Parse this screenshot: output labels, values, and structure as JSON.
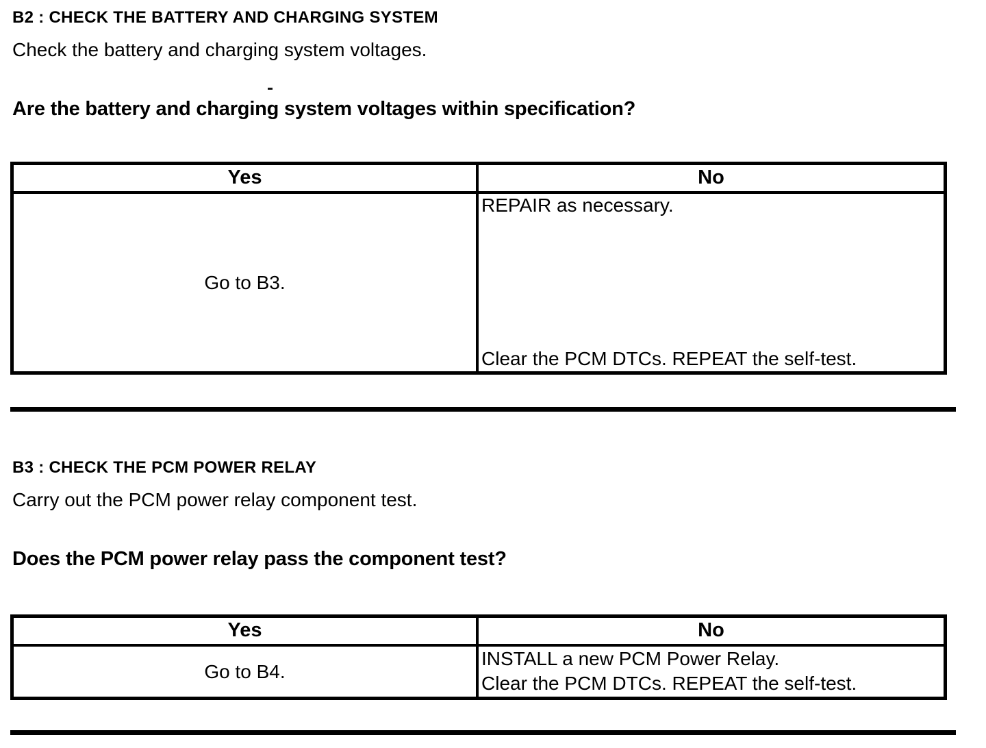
{
  "page_colors": {
    "background": "#ffffff",
    "text": "#000000"
  },
  "sections": [
    {
      "id": "B2",
      "heading": "B2 : CHECK THE BATTERY AND CHARGING SYSTEM",
      "instruction": "Check the battery and charging system voltages.",
      "question": "Are the battery and charging system voltages within specification?",
      "table": {
        "headers": [
          "Yes",
          "No"
        ],
        "yes_action": "Go to B3.",
        "no_actions": [
          "REPAIR as necessary.",
          "Clear the PCM DTCs. REPEAT the self-test."
        ]
      }
    },
    {
      "id": "B3",
      "heading": "B3 : CHECK THE PCM POWER RELAY",
      "instruction": "Carry out the PCM power relay component test.",
      "question": "Does the PCM power relay pass the component test?",
      "table": {
        "headers": [
          "Yes",
          "No"
        ],
        "yes_action": "Go to B4.",
        "no_actions": [
          "INSTALL a new PCM Power Relay.",
          "Clear the PCM DTCs. REPEAT the self-test."
        ]
      }
    }
  ]
}
